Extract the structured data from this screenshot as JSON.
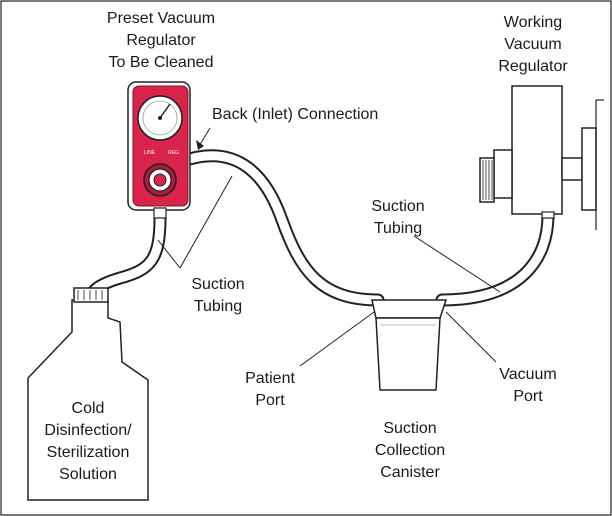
{
  "labels": {
    "preset_regulator": [
      "Preset Vacuum",
      "Regulator",
      "To Be Cleaned"
    ],
    "working_regulator": [
      "Working",
      "Vacuum",
      "Regulator"
    ],
    "back_inlet": "Back (Inlet) Connection",
    "suction_tubing_right": [
      "Suction",
      "Tubing"
    ],
    "suction_tubing_left": [
      "Suction",
      "Tubing"
    ],
    "solution": [
      "Cold",
      "Disinfection/",
      "Sterilization",
      "Solution"
    ],
    "patient_port": [
      "Patient",
      "Port"
    ],
    "vacuum_port": [
      "Vacuum",
      "Port"
    ],
    "canister": [
      "Suction",
      "Collection",
      "Canister"
    ]
  },
  "colors": {
    "regulator_red": "#d8234a",
    "regulator_dark": "#b01a3a",
    "line": "#222222",
    "background": "#ffffff"
  }
}
